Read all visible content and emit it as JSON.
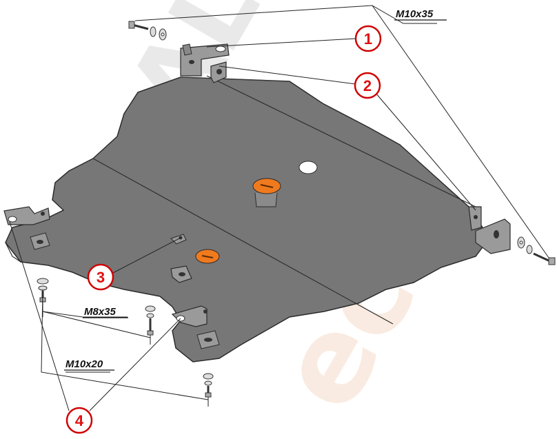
{
  "watermark": {
    "text": "ALF",
    "accent_text": "eco",
    "accent_color": "#e8b48e"
  },
  "fasteners": {
    "top_bolt": "M10x35",
    "middle_bolt": "M8x35",
    "bottom_bolt": "M10x20"
  },
  "callouts": [
    {
      "number": "1",
      "part": "top-mount-bracket"
    },
    {
      "number": "2",
      "part": "side-mount-brackets"
    },
    {
      "number": "3",
      "part": "centre-mount-bracket"
    },
    {
      "number": "4",
      "part": "front-mount-brackets"
    }
  ],
  "colors": {
    "plate": "#777777",
    "plate_edge": "#2b2b2b",
    "bracket": "#9a9a9a",
    "callout_ring": "#d00000",
    "logo_badge": "#f07a1e"
  }
}
